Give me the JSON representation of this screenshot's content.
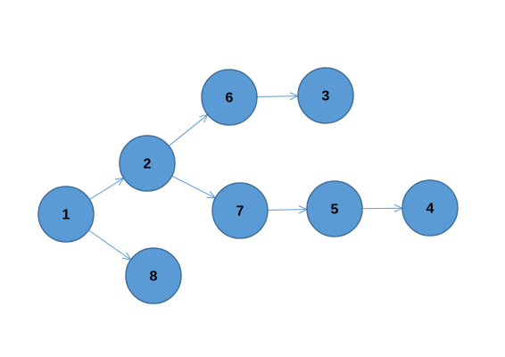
{
  "graph": {
    "nodes": [
      {
        "id": "1",
        "label": "1"
      },
      {
        "id": "2",
        "label": "2"
      },
      {
        "id": "6",
        "label": "6"
      },
      {
        "id": "3",
        "label": "3"
      },
      {
        "id": "7",
        "label": "7"
      },
      {
        "id": "5",
        "label": "5"
      },
      {
        "id": "4",
        "label": "4"
      },
      {
        "id": "8",
        "label": "8"
      }
    ],
    "edges": [
      {
        "from": "1",
        "to": "2"
      },
      {
        "from": "1",
        "to": "8"
      },
      {
        "from": "2",
        "to": "6"
      },
      {
        "from": "2",
        "to": "7"
      },
      {
        "from": "6",
        "to": "3"
      },
      {
        "from": "7",
        "to": "5"
      },
      {
        "from": "5",
        "to": "4"
      }
    ]
  },
  "colors": {
    "node_fill": "#5b9bd5",
    "node_stroke": "#41719c",
    "edge": "#5b9bd5",
    "label": "#000000"
  }
}
